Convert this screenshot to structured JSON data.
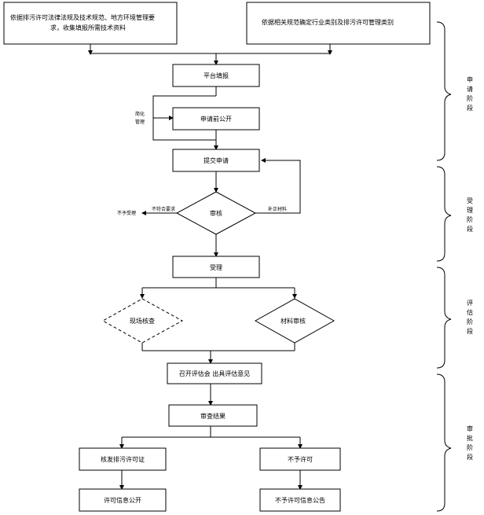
{
  "diagram": {
    "top_left_line1": "依据排污许可法律法规及技术规范、地方环境管理要",
    "top_left_line2": "求，收集填报所需技术资料",
    "top_right": "依据相关规范确定行业类别及排污许可管理类别",
    "platform_fill": "平台填报",
    "public_note_line1": "简化",
    "public_note_line2": "管理",
    "pre_public": "申请前公开",
    "submit": "提交申请",
    "review": "审核",
    "reject_label": "不符合要求",
    "reject_result": "不予受理",
    "supplement": "补正材料",
    "accept": "受理",
    "onsite_check": "现场核查",
    "material_review": "材料审核",
    "evaluation_meeting": "召开评估会 出具评估意见",
    "review_result": "审查结果",
    "issue_permit": "核发排污许可证",
    "deny_permit": "不予许可",
    "permit_public": "许可信息公开",
    "deny_public": "不予许可信息公告",
    "stages": {
      "application": [
        "申",
        "请",
        "阶",
        "段"
      ],
      "acceptance": [
        "受",
        "理",
        "阶",
        "段"
      ],
      "assessment": [
        "评",
        "估",
        "阶",
        "段"
      ],
      "approval": [
        "审",
        "批",
        "阶",
        "段"
      ]
    }
  }
}
